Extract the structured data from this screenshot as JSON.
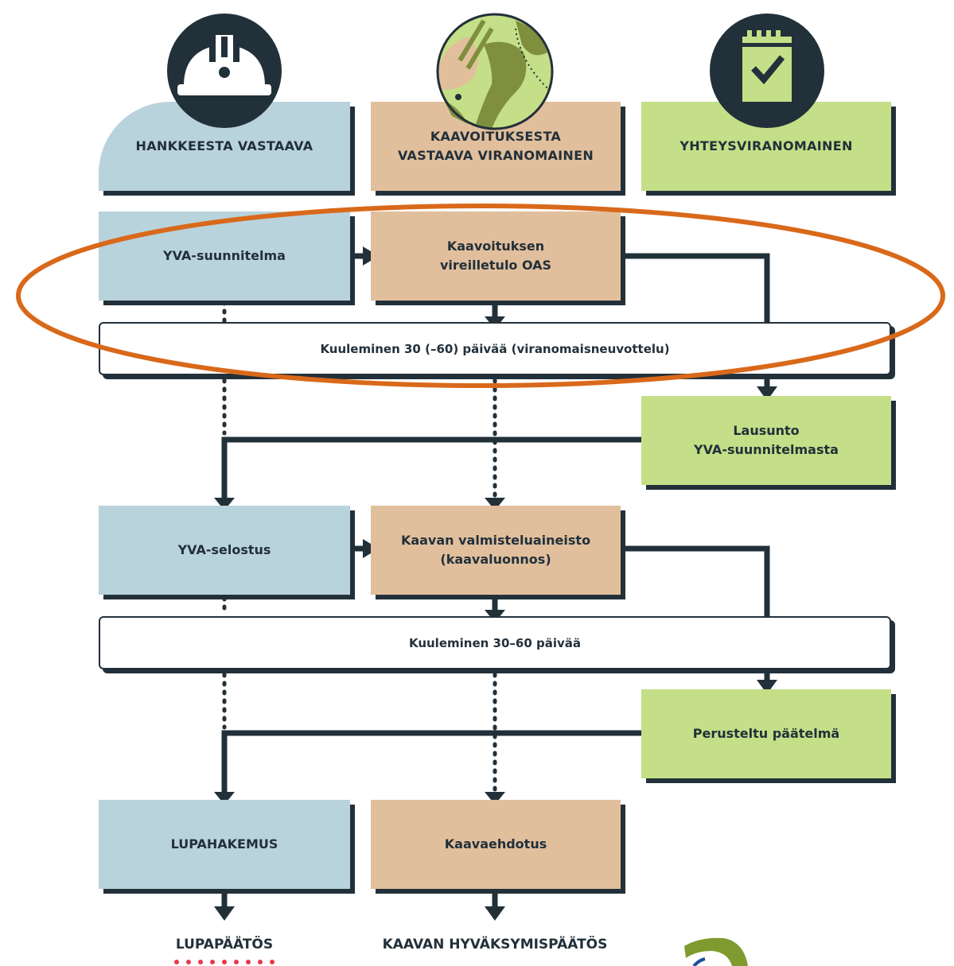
{
  "roles": {
    "project": "HANKKEESTA VASTAAVA",
    "planning": "KAAVOITUKSESTA\nVASTAAVA VIRANOMAINEN",
    "authority": "YHTEYSVIRANOMAINEN"
  },
  "steps": {
    "yva_plan": "YVA-suunnitelma",
    "plan_initiation": "Kaavoituksen\nvireilletulo OAS",
    "hearing1": "Kuuleminen 30 (–60) päivää (viranomaisneuvottelu)",
    "statement": "Lausunto\nYVA-suunnitelmasta",
    "yva_report": "YVA-selostus",
    "plan_draft": "Kaavan valmisteluaineisto\n(kaavaluonnos)",
    "hearing2": "Kuuleminen 30–60 päivää",
    "conclusion": "Perusteltu päätelmä",
    "permit_application": "LUPAHAKEMUS",
    "plan_proposal": "Kaavaehdotus"
  },
  "outcomes": {
    "permit_decision": "LUPAPÄÄTÖS",
    "plan_approval": "KAAVAN HYVÄKSYMISPÄÄTÖS"
  },
  "colors": {
    "dark": "#22303a",
    "blue": "#b9d3dc",
    "tan": "#e1bf9d",
    "green": "#c4df87",
    "highlight": "#d9691a",
    "dots_red": "#e8384a"
  },
  "icons": [
    "hard-hat-icon",
    "map-icon",
    "clipboard-check-icon"
  ]
}
